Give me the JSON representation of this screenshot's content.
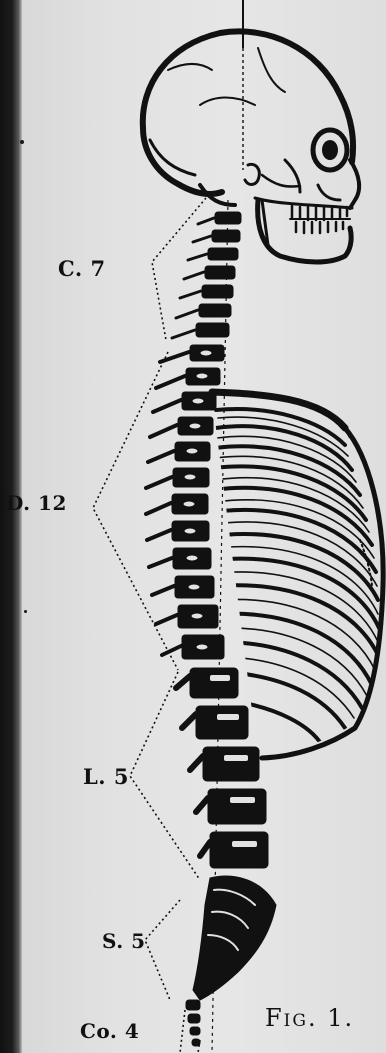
{
  "labels": {
    "cervical": "C. 7",
    "dorsal": "D. 12",
    "lumbar": "L. 5",
    "sacral": "S. 5",
    "coccygeal": "Co. 4"
  },
  "caption": "Fig. 1.",
  "colors": {
    "ink": "#111111",
    "paper": "#e2e2e2",
    "scan_edge": "#151515"
  }
}
